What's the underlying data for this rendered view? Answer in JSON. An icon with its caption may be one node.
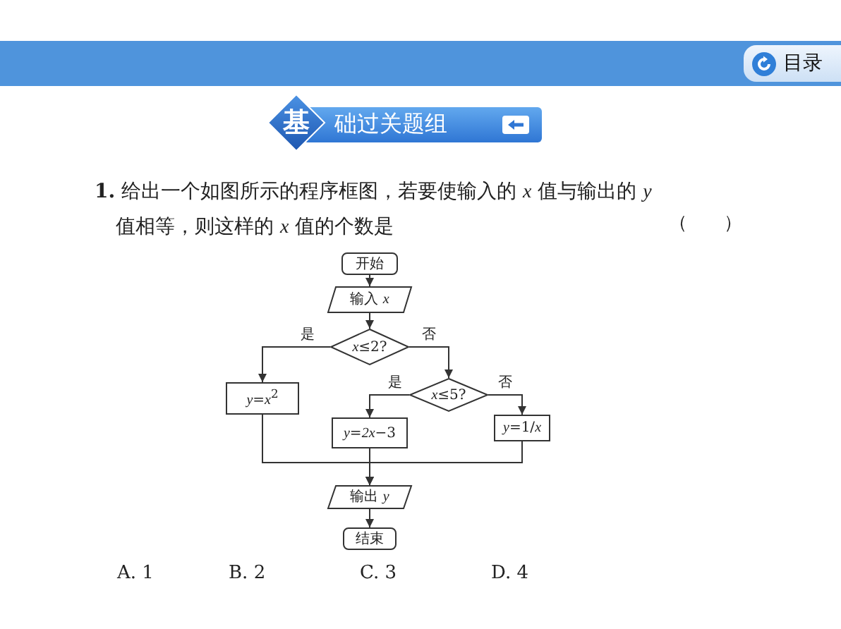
{
  "diagram": {
    "nodes": [
      {
        "text": [
          "开始"
        ]
      },
      {
        "text": [
          "输入 *x*"
        ]
      },
      {
        "text": [
          "*x*≤2?"
        ]
      },
      {
        "text": [
          "*y*=*x*$^{2}$"
        ]
      },
      {
        "text": [
          "*x*≤5?"
        ]
      },
      {
        "text": [
          "*y*=*2x*−3"
        ]
      },
      {
        "text": [
          "*y*=1/*x*"
        ]
      },
      {
        "text": [
          "输出 *y*"
        ]
      },
      {
        "text": [
          "结束"
        ]
      }
    ],
    "edges": [
      {
        "from": 0,
        "to": 1,
        "arrow": "to"
      },
      {
        "from": 1,
        "to": 2,
        "arrow": "to"
      },
      {
        "from": 2,
        "to": 3,
        "arrow": "to",
        "label": "是"
      },
      {
        "from": 2,
        "to": 4,
        "arrow": "to",
        "label": "否"
      },
      {
        "from": 4,
        "to": 5,
        "arrow": "to",
        "label": "是"
      },
      {
        "from": 4,
        "to": 6,
        "arrow": "to",
        "label": "否"
      },
      {
        "from": 3,
        "to": 7,
        "arrow": "to"
      },
      {
        "from": 5,
        "to": 7,
        "arrow": "to"
      },
      {
        "from": 6,
        "to": 7,
        "arrow": "to"
      },
      {
        "from": 7,
        "to": 8,
        "arrow": "to"
      }
    ],
    "labels": [
      "目录",
      "基",
      "础过关题组",
      "**1.** 给出一个如图所示的程序框图，若要使输入的 *x* 值与输出的 *y* 值相等，则这样的 *x* 值的个数是",
      "（　　）",
      "A. 1",
      "B. 2",
      "C. 3",
      "D. 4"
    ]
  }
}
